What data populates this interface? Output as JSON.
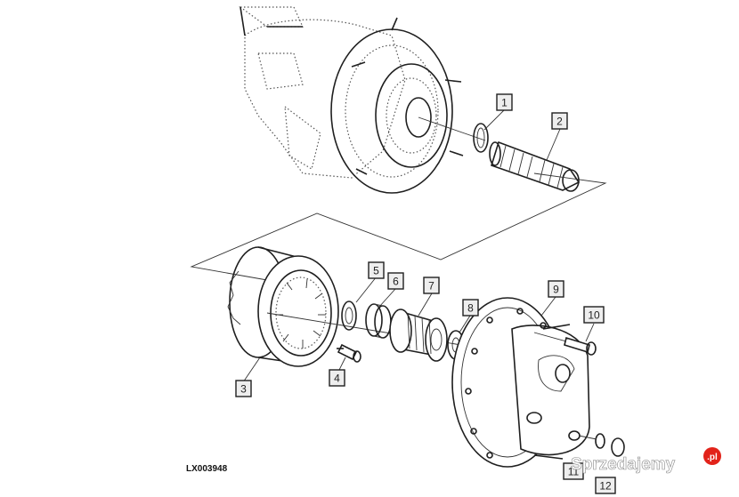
{
  "drawing_code": "LX003948",
  "watermark": {
    "text": "Sprzedajemy",
    "suffix": ".pl",
    "accent_color": "#e2231a"
  },
  "callouts": [
    {
      "id": "1",
      "label": "1"
    },
    {
      "id": "2",
      "label": "2"
    },
    {
      "id": "3",
      "label": "3"
    },
    {
      "id": "4",
      "label": "4"
    },
    {
      "id": "5",
      "label": "5"
    },
    {
      "id": "6",
      "label": "6"
    },
    {
      "id": "7",
      "label": "7"
    },
    {
      "id": "8",
      "label": "8"
    },
    {
      "id": "9",
      "label": "9"
    },
    {
      "id": "10",
      "label": "10"
    },
    {
      "id": "11",
      "label": "11"
    },
    {
      "id": "12",
      "label": "12"
    }
  ],
  "colors": {
    "ink": "#1f1f1f",
    "label_box": "#eeeeee"
  }
}
